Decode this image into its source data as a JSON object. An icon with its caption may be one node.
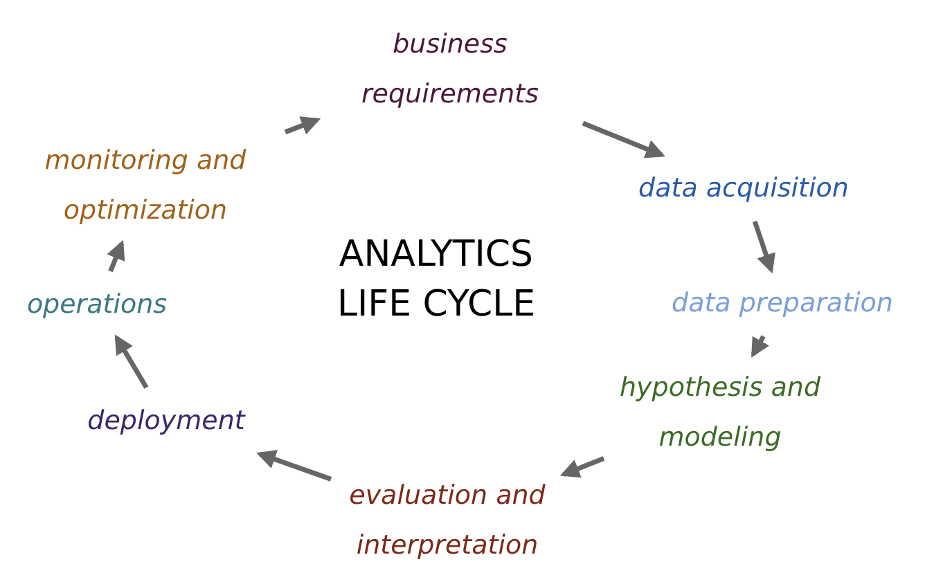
{
  "diagram": {
    "title": "ANALYTICS LIFE CYCLE",
    "nodes": [
      {
        "text": [
          "business requirements"
        ]
      },
      {
        "text": [
          "data acquisition"
        ]
      },
      {
        "text": [
          "data preparation"
        ]
      },
      {
        "text": [
          "hypothesis and modeling"
        ]
      },
      {
        "text": [
          "evaluation and interpretation"
        ]
      },
      {
        "text": [
          "deployment"
        ]
      },
      {
        "text": [
          "operations"
        ]
      },
      {
        "text": [
          "monitoring and optimization"
        ]
      }
    ],
    "edges": [
      {
        "from": 0,
        "to": 1,
        "arrow": "to"
      },
      {
        "from": 1,
        "to": 2,
        "arrow": "to"
      },
      {
        "from": 2,
        "to": 3,
        "arrow": "to"
      },
      {
        "from": 3,
        "to": 4,
        "arrow": "to"
      },
      {
        "from": 4,
        "to": 5,
        "arrow": "to"
      },
      {
        "from": 5,
        "to": 6,
        "arrow": "to"
      },
      {
        "from": 6,
        "to": 7,
        "arrow": "to"
      },
      {
        "from": 7,
        "to": 0,
        "arrow": "to"
      }
    ]
  }
}
